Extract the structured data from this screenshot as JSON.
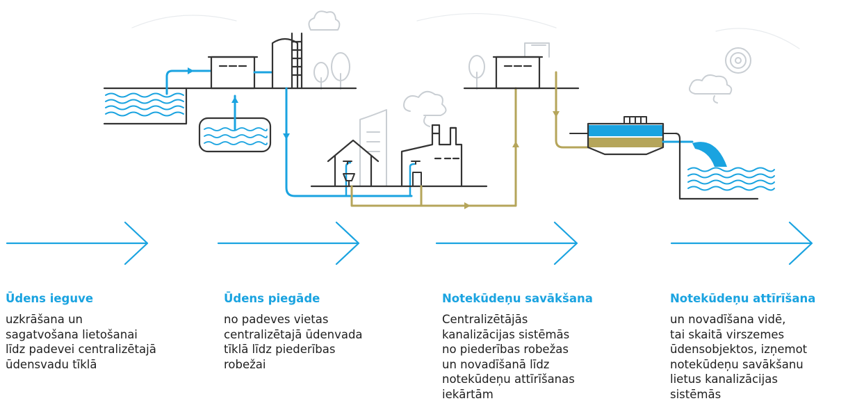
{
  "colors": {
    "water_blue": "#1aa3e0",
    "sewage_olive": "#b5a55a",
    "line_dark": "#333333",
    "decor_grey": "#c9ced3"
  },
  "stages": [
    {
      "title": "Ūdens ieguve",
      "desc": "uzkrāšana un\nsagatvošana lietošanai\nlīdz padevei centralizētajā\nūdensvadu tīklā"
    },
    {
      "title": "Ūdens piegāde",
      "desc": "no padeves vietas\ncentralizētajā ūdenvada\ntīklā līdz piederības\nrobežai"
    },
    {
      "title": "Notekūdeņu savākšana",
      "desc": "Centralizētājās\nkanalizācijas sistēmās\nno piederības robežas\nun novadīšanā līdz\nnotekūdeņu attīrīšanas\niekārtām"
    },
    {
      "title": "Notekūdeņu attīrīšana",
      "desc": "un novadīšana vidē,\ntai skaitā virszemes\nūdensobjektos, izņemot\nnotekūdeņu savākšanu\nlietus kanalizācijas\nsistēmās"
    }
  ]
}
